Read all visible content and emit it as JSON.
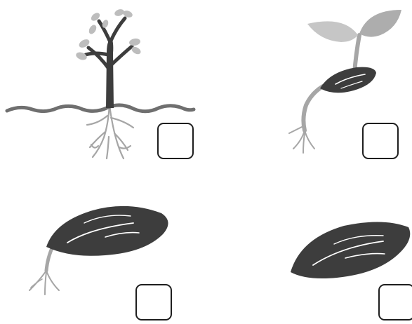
{
  "colors": {
    "ink": "#1e1e1e",
    "seed": "#3d3d3d",
    "stem": "#555555",
    "root": "#a6a6a6",
    "leaf_light": "#c6c6c6",
    "leaf_mid": "#adadad",
    "ground": "#6f6f6f"
  },
  "stages": [
    {
      "stage": "tree",
      "icon": "sapling-icon",
      "answer_box": {
        "checked": false
      }
    },
    {
      "stage": "seedling",
      "icon": "sprout-icon",
      "answer_box": {
        "checked": false
      }
    },
    {
      "stage": "germinating-seed",
      "icon": "germinating-seed-icon",
      "answer_box": {
        "checked": false
      }
    },
    {
      "stage": "seed",
      "icon": "seed-icon",
      "answer_box": {
        "checked": false
      }
    }
  ]
}
